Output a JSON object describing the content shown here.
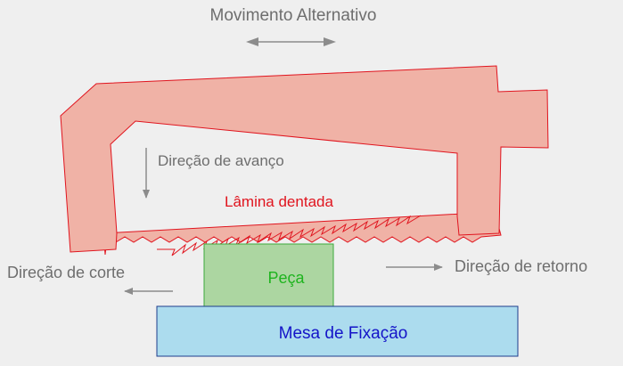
{
  "labels": {
    "motion": "Movimento Alternativo",
    "feed": "Direção de avanço",
    "blade": "Lâmina dentada",
    "cut": "Direção de corte",
    "return": "Direção de retorno",
    "workpiece": "Peça",
    "table": "Mesa de Fixação"
  },
  "colors": {
    "background": "#efefef",
    "frame_fill": "#f0b2a6",
    "frame_stroke": "#e0141e",
    "workpiece_fill": "#acd6a1",
    "workpiece_stroke": "#3caa3c",
    "table_fill": "#acdcee",
    "table_stroke": "#1e3c8c",
    "arrow": "#8c8c8c",
    "label_gray": "#6e6e6e",
    "label_red": "#e0141e",
    "label_green": "#1eb41e",
    "label_blue": "#1414c8"
  }
}
